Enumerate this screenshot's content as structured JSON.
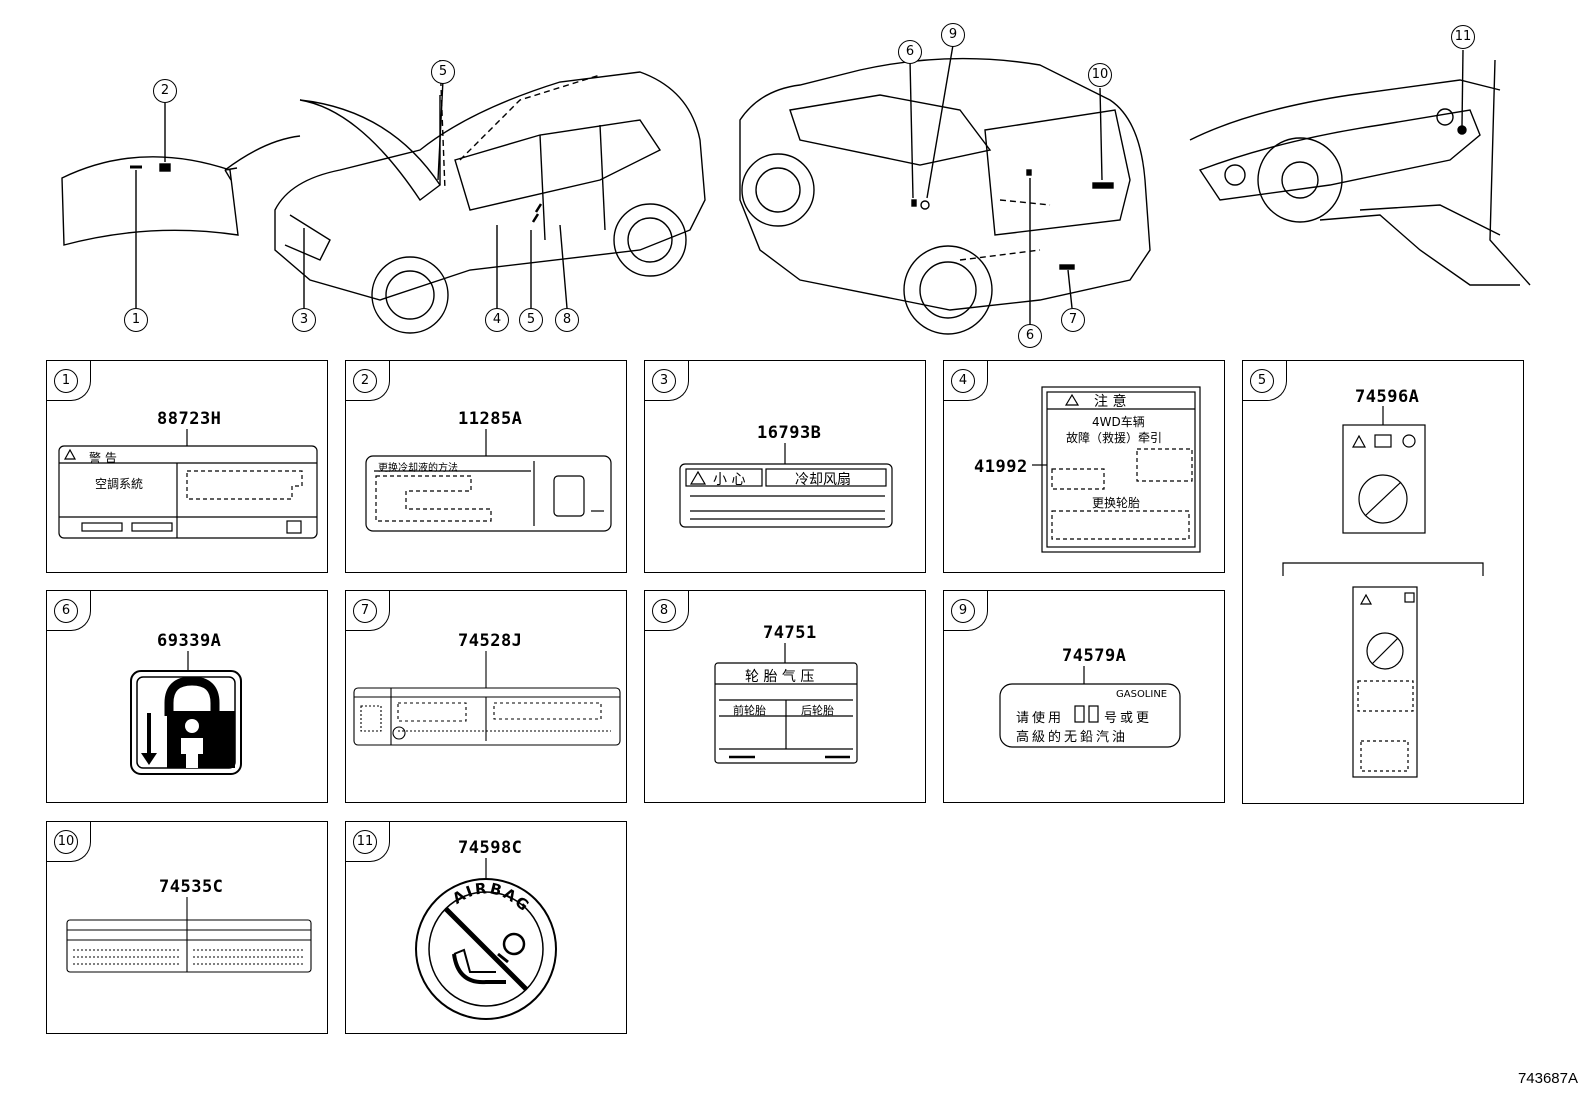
{
  "callouts": [
    "1",
    "2",
    "3",
    "4",
    "5",
    "6",
    "7",
    "8",
    "9",
    "10",
    "11"
  ],
  "panels": [
    {
      "num": "1",
      "part": "88723H",
      "labels": [
        "警 告",
        "空調系統"
      ]
    },
    {
      "num": "2",
      "part": "11285A",
      "labels": [
        "更换冷却液的方法"
      ]
    },
    {
      "num": "3",
      "part": "16793B",
      "labels": [
        "小 心",
        "冷却风扇"
      ]
    },
    {
      "num": "4",
      "part": "41992",
      "labels": [
        "注 意",
        "4WD车辆",
        "故障（救援）牵引",
        "更换轮胎"
      ]
    },
    {
      "num": "5",
      "part": "74596A",
      "labels": []
    },
    {
      "num": "6",
      "part": "69339A",
      "labels": []
    },
    {
      "num": "7",
      "part": "74528J",
      "labels": []
    },
    {
      "num": "8",
      "part": "74751",
      "labels": [
        "轮 胎 气 压",
        "前轮胎",
        "后轮胎"
      ]
    },
    {
      "num": "9",
      "part": "74579A",
      "labels": [
        "GASOLINE",
        "请使用",
        "号或更",
        "高級的无鉛汽油"
      ]
    },
    {
      "num": "10",
      "part": "74535C",
      "labels": []
    },
    {
      "num": "11",
      "part": "74598C",
      "labels": [
        "AIRBAG"
      ]
    }
  ],
  "figure_number": "743687A",
  "colors": {
    "line": "#000000",
    "watermark": "#cfcfcf",
    "background": "#ffffff"
  }
}
